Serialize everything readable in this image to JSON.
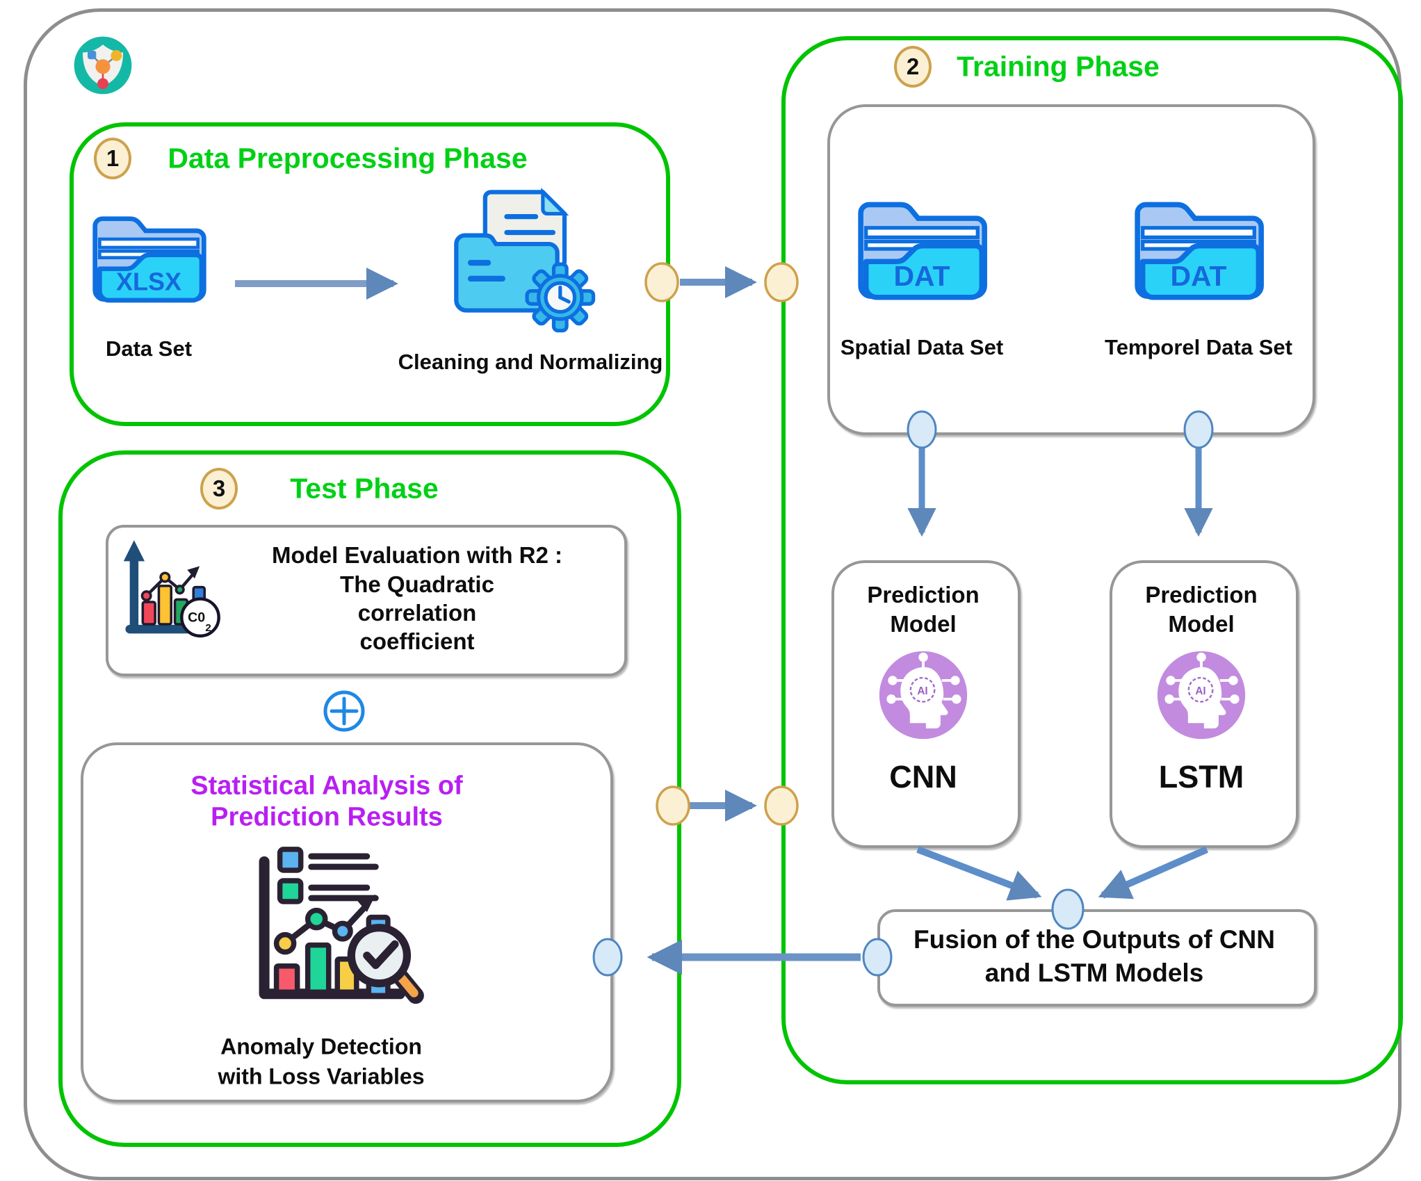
{
  "diagram_title": "CNN-LSTM prediction pipeline diagram",
  "colors": {
    "phase_border_green": "#00c400",
    "phase_title_green": "#00d015",
    "gray_border": "#979797",
    "outer_border": "#8e8e8e",
    "arrow_blue": "#6b93c5",
    "arrow_head_blue": "#5e87ba",
    "connector_yellow_fill": "#fbf0d4",
    "connector_yellow_stroke": "#cda14d",
    "connector_blue_fill": "#d8e9f8",
    "connector_blue_stroke": "#4e86c0",
    "folder_cyan": "#2bd2f8",
    "folder_flap_blue": "#a9c9f4",
    "folder_stroke_blue": "#0d6fe0",
    "folder_text_blue": "#1568dc",
    "ai_circle_purple": "#c28bdf",
    "stat_title_magenta": "#b81ff2",
    "plus_blue": "#1e88e5",
    "logo_teal": "#14b8a6"
  },
  "preprocessing": {
    "badge": "1",
    "title": "Data Preprocessing Phase",
    "folder_label": "XLSX",
    "dataset_caption": "Data Set",
    "cleaning_caption": "Cleaning and Normalizing"
  },
  "training": {
    "badge": "2",
    "title": "Training Phase",
    "spatial": {
      "folder_label": "DAT",
      "caption": "Spatial Data Set"
    },
    "temporal": {
      "folder_label": "DAT",
      "caption": "Temporel Data Set"
    },
    "cnn": {
      "box_title_line1": "Prediction",
      "box_title_line2": "Model",
      "model_name": "CNN",
      "ai_badge": "AI"
    },
    "lstm": {
      "box_title_line1": "Prediction",
      "box_title_line2": "Model",
      "model_name": "LSTM",
      "ai_badge": "AI"
    },
    "fusion": {
      "line1": "Fusion of the Outputs of CNN",
      "line2": "and LSTM Models"
    }
  },
  "test": {
    "badge": "3",
    "title": "Test Phase",
    "evaluation": {
      "line1": "Model Evaluation with R2 :",
      "line2": "The Quadratic",
      "line3": "correlation",
      "line4": "coefficient",
      "co2_label": "C0",
      "co2_sub": "2"
    },
    "statistical": {
      "title_line1": "Statistical Analysis of",
      "title_line2": "Prediction Results",
      "caption_line1": "Anomaly Detection",
      "caption_line2": "with Loss Variables"
    }
  }
}
